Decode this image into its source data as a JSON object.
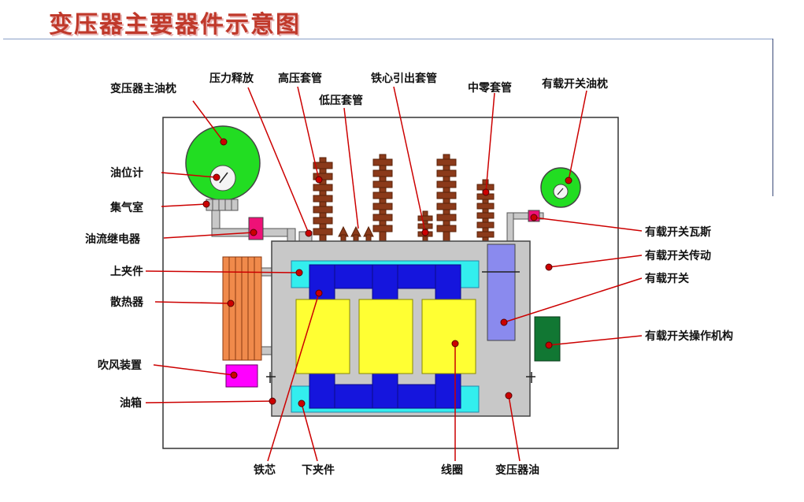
{
  "title": "变压器主要器件示意图",
  "labels": {
    "main_conservator": "变压器主油枕",
    "oil_gauge": "油位计",
    "gas_chamber": "集气室",
    "oil_flow_relay": "油流继电器",
    "upper_clamp": "上夹件",
    "radiator": "散热器",
    "blower": "吹风装置",
    "tank": "油箱",
    "pressure_relief": "压力释放",
    "hv_bushing": "高压套管",
    "lv_bushing": "低压套管",
    "core_bushing": "铁心引出套管",
    "neutral_bushing": "中零套管",
    "oltc_conservator": "有载开关油枕",
    "oltc_gas_relay": "有载开关瓦斯",
    "oltc_drive": "有载开关传动",
    "oltc": "有载开关",
    "oltc_mechanism": "有载开关操作机构",
    "core": "铁芯",
    "lower_clamp": "下夹件",
    "winding": "线圈",
    "transformer_oil": "变压器油"
  },
  "colors": {
    "title": "#c0392b",
    "conservator": "#22dd22",
    "tank": "#c8c8c8",
    "radiator": "#f08a4b",
    "blower": "#ff00ff",
    "relay": "#ee1177",
    "clamp": "#33eeee",
    "core": "#1515dd",
    "winding": "#ffff33",
    "bushing": "#8b3a1a",
    "oltc": "#8a8aee",
    "mechanism": "#117733",
    "leader": "#cc0000"
  }
}
